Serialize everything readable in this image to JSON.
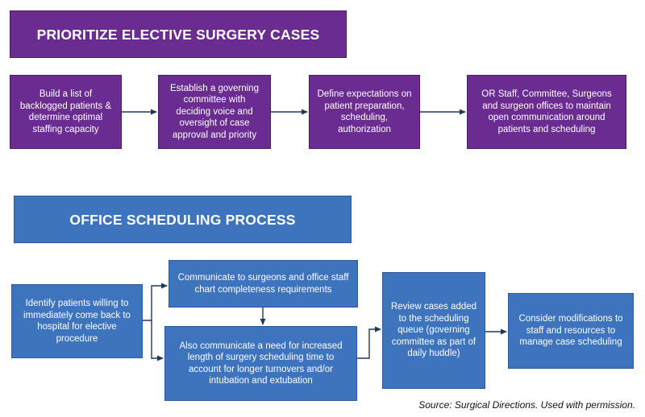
{
  "section1": {
    "title": "PRIORITIZE ELECTIVE SURGERY CASES",
    "steps": [
      "Build a list of backlogged patients & determine optimal staffing capacity",
      "Establish a governing committee with deciding voice and oversight of case approval and priority",
      "Define expectations on patient preparation, scheduling, authorization",
      "OR Staff, Committee, Surgeons and surgeon offices to maintain open communication around patients and scheduling"
    ]
  },
  "section2": {
    "title": "OFFICE SCHEDULING PROCESS",
    "steps": {
      "identify": "Identify patients willing to immediately come back to hospital for elective procedure",
      "communicate": "Communicate to surgeons and office staff chart completeness requirements",
      "also_communicate": "Also communicate a need for increased length of surgery scheduling time to account for longer turnovers and/or intubation and extubation",
      "review": "Review cases added to the scheduling queue (governing committee as part of daily huddle)",
      "consider": "Consider modifications to staff and resources to manage case scheduling"
    }
  },
  "source": "Source: Surgical Directions. Used with permission.",
  "colors": {
    "purple": "#6a2c91",
    "blue": "#3e73bd",
    "connector": "#1f3a5f"
  }
}
